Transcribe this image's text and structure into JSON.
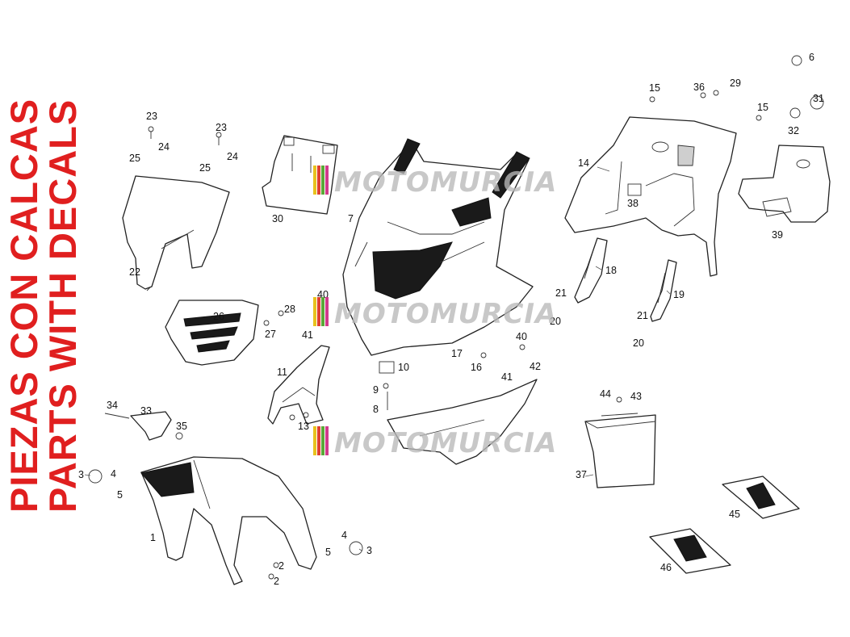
{
  "side_titles": {
    "spanish": "PIEZAS CON CALCAS",
    "english": "PARTS WITH DECALS"
  },
  "watermark": {
    "text": "MOTOMURCIA",
    "stripe_colors": [
      "#e8c21d",
      "#e0412f",
      "#5aa837",
      "#d23a8c"
    ],
    "text_color": "#b9b9b9"
  },
  "title_color": "#e01f1f",
  "callouts": {
    "c1": "1",
    "c2a": "2",
    "c2b": "2",
    "c3a": "3",
    "c3b": "3",
    "c4a": "4",
    "c4b": "4",
    "c5a": "5",
    "c5b": "5",
    "c6": "6",
    "c7": "7",
    "c8": "8",
    "c9": "9",
    "c10": "10",
    "c11": "11",
    "c13": "13",
    "c14": "14",
    "c15a": "15",
    "c15b": "15",
    "c16": "16",
    "c17": "17",
    "c18": "18",
    "c19": "19",
    "c20a": "20",
    "c20b": "20",
    "c21a": "21",
    "c21b": "21",
    "c22": "22",
    "c23a": "23",
    "c23b": "23",
    "c24a": "24",
    "c24b": "24",
    "c25a": "25",
    "c25b": "25",
    "c26": "26",
    "c27": "27",
    "c28": "28",
    "c29": "29",
    "c30": "30",
    "c31": "31",
    "c32": "32",
    "c33": "33",
    "c34": "34",
    "c35": "35",
    "c36": "36",
    "c37": "37",
    "c38": "38",
    "c39": "39",
    "c40a": "40",
    "c40b": "40",
    "c41a": "41",
    "c41b": "41",
    "c42": "42",
    "c43": "43",
    "c44": "44",
    "c45": "45",
    "c46": "46"
  }
}
